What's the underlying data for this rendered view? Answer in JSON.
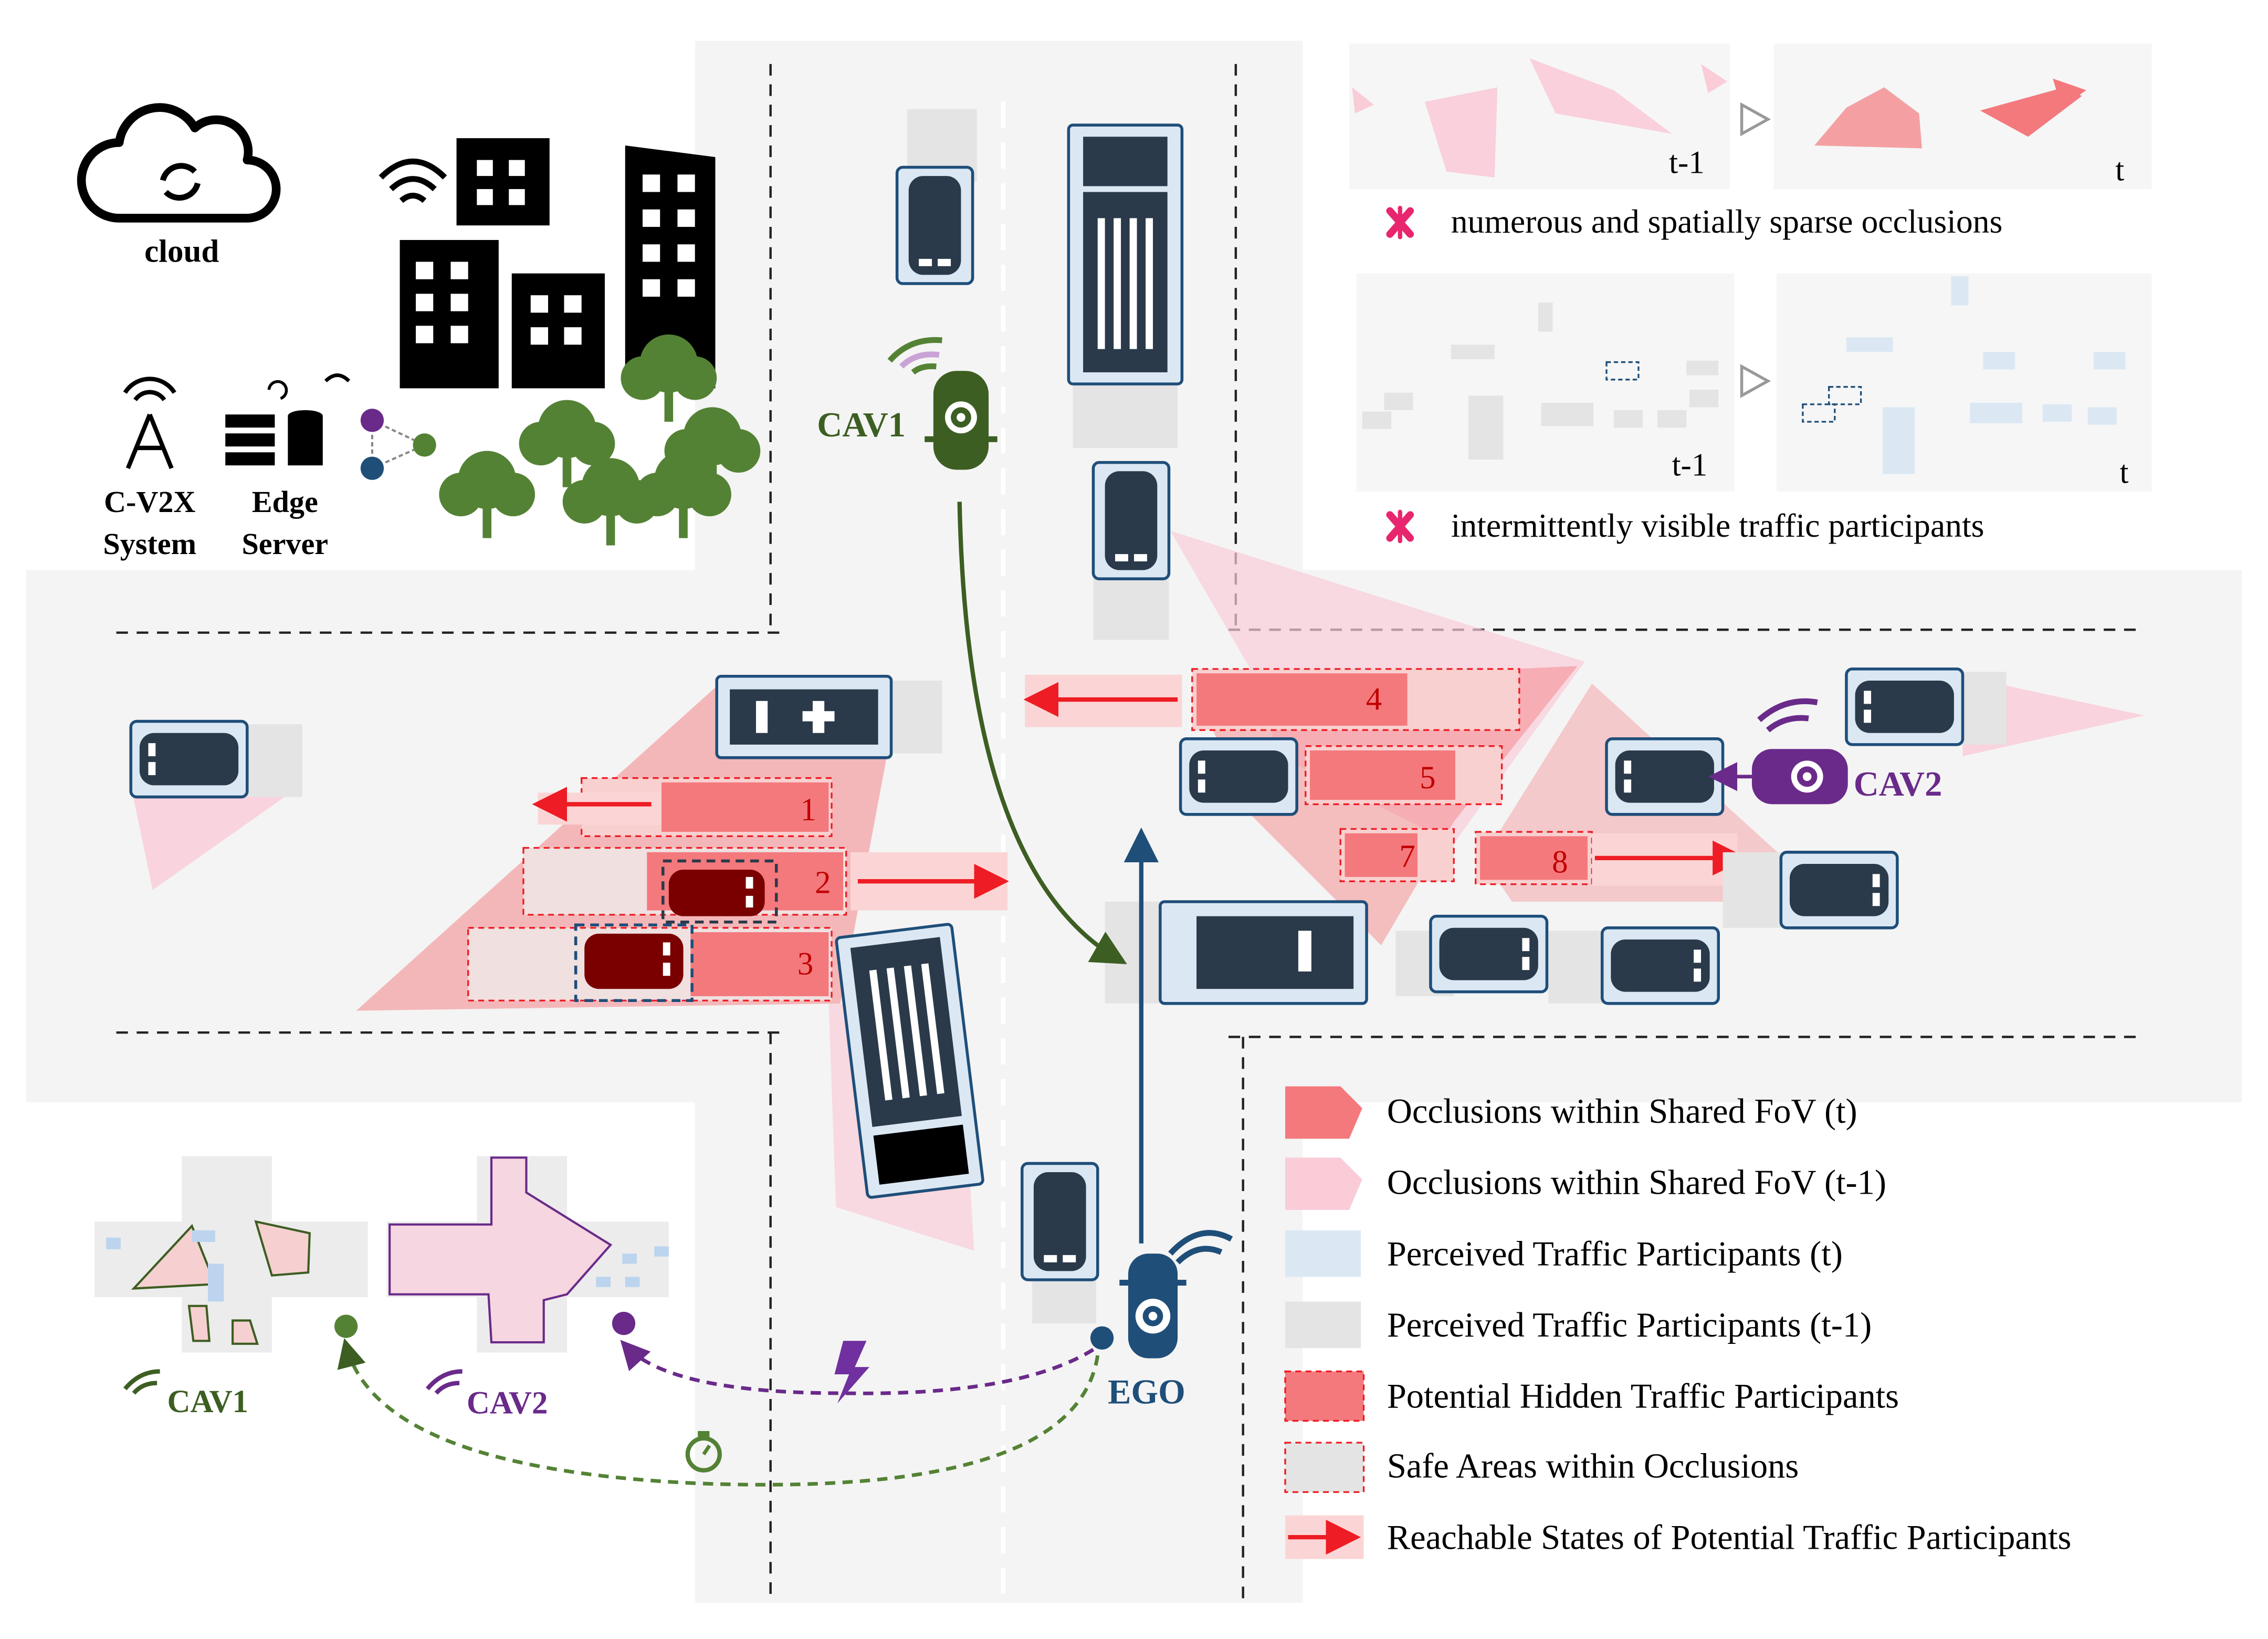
{
  "infrastructure": {
    "cloud_label": "cloud",
    "cv2x_line1": "C-V2X",
    "cv2x_line2": "System",
    "edge_line1": "Edge",
    "edge_line2": "Server"
  },
  "agents": {
    "cav1": "CAV1",
    "cav2": "CAV2",
    "ego": "EGO",
    "cav1_small": "CAV1",
    "cav2_small": "CAV2"
  },
  "hidden_regions": [
    "1",
    "2",
    "3",
    "4",
    "5",
    "7",
    "8"
  ],
  "challenges": {
    "occlusion_caption": "numerous and spatially sparse occlusions",
    "participant_caption": "intermittently visible traffic participants",
    "time_prev": "t-1",
    "time_curr": "t"
  },
  "legend": [
    {
      "label": "Occlusions within Shared FoV (t)",
      "color": "#f4797d"
    },
    {
      "label": "Occlusions within Shared FoV (t-1)",
      "color": "#f9ccd8"
    },
    {
      "label": "Perceived Traffic Participants (t)",
      "color": "#dbe8f4"
    },
    {
      "label": "Perceived Traffic Participants (t-1)",
      "color": "#e4e4e4"
    },
    {
      "label": "Potential Hidden Traffic Participants",
      "color": "#f4797d"
    },
    {
      "label": "Safe Areas within Occlusions",
      "color": "#e4e4e4"
    },
    {
      "label": "Reachable States of Potential Traffic Participants",
      "color": "#ee1c24"
    }
  ],
  "colors": {
    "cav1": "#3d5e22",
    "cav2": "#6a2a8a",
    "ego": "#1f4e79",
    "vehicle": "#2b3a4a",
    "hidden": "#f4797d",
    "arrow": "#ee1c24"
  }
}
